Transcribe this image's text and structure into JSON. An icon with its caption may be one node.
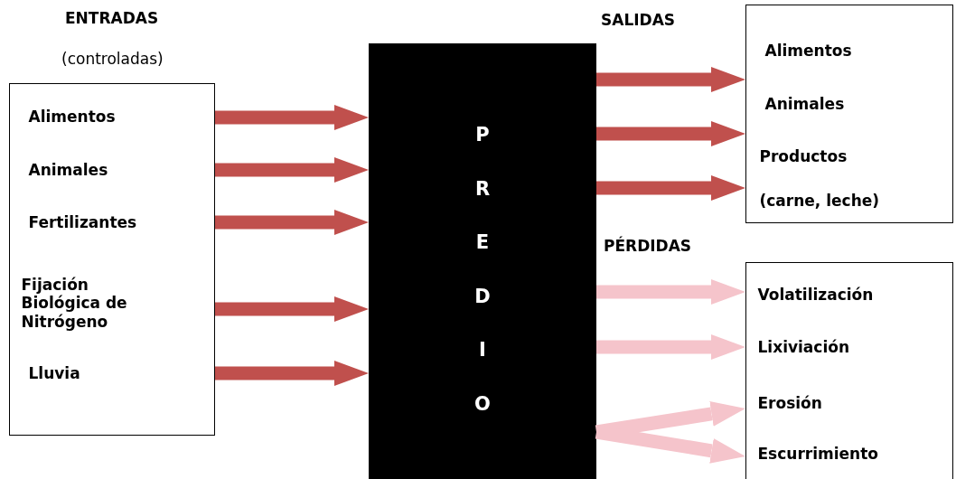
{
  "diagram": {
    "nodes": [
      {
        "text": [],
        "shape": "box",
        "beside": [
          "ENTRADAS",
          "(controladas)"
        ]
      },
      {
        "text": [
          "Alimentos"
        ],
        "in": 0
      },
      {
        "text": [
          "Animales"
        ],
        "in": 0
      },
      {
        "text": [
          "Fertilizantes"
        ],
        "in": 0
      },
      {
        "text": [
          "Fijación Biológica de Nitrógeno"
        ],
        "in": 0
      },
      {
        "text": [
          "Lluvia"
        ],
        "in": 0
      },
      {
        "text": [
          "PREDIO"
        ]
      },
      {
        "text": [],
        "shape": "box"
      },
      {
        "text": [
          "Alimentos"
        ],
        "in": 7
      },
      {
        "text": [
          "Animales"
        ],
        "in": 7
      },
      {
        "text": [
          "Productos (carne, leche)"
        ],
        "in": 7
      },
      {
        "text": [],
        "shape": "box"
      },
      {
        "text": [
          "Volatilización"
        ],
        "in": 11
      },
      {
        "text": [
          "Lixiviación"
        ],
        "in": 11
      },
      {
        "text": [
          "Erosión"
        ],
        "in": 11
      },
      {
        "text": [
          "Escurrimiento"
        ],
        "in": 11
      }
    ],
    "edges": [
      {
        "from": 0,
        "to": 6,
        "arrow": "to"
      },
      {
        "from": 0,
        "to": 6,
        "arrow": "to"
      },
      {
        "from": 0,
        "to": 6,
        "arrow": "to"
      },
      {
        "from": 0,
        "to": 6,
        "arrow": "to"
      },
      {
        "from": 0,
        "to": 6,
        "arrow": "to"
      },
      {
        "from": 6,
        "to": 7,
        "arrow": "to"
      },
      {
        "from": 6,
        "to": 7,
        "arrow": "to"
      },
      {
        "from": 6,
        "to": 7,
        "arrow": "to"
      },
      {
        "from": 6,
        "to": 12,
        "arrow": "to",
        "color": "#f5c4cb"
      },
      {
        "from": 6,
        "to": 13,
        "arrow": "to",
        "color": "#f5c4cb"
      },
      {
        "from": 6,
        "to": 14,
        "arrow": "to",
        "color": "#f5c4cb"
      },
      {
        "from": 6,
        "to": 15,
        "arrow": "to",
        "color": "#f5c4cb"
      }
    ],
    "labels": [
      "SALIDAS",
      "PÉRDIDAS"
    ]
  }
}
